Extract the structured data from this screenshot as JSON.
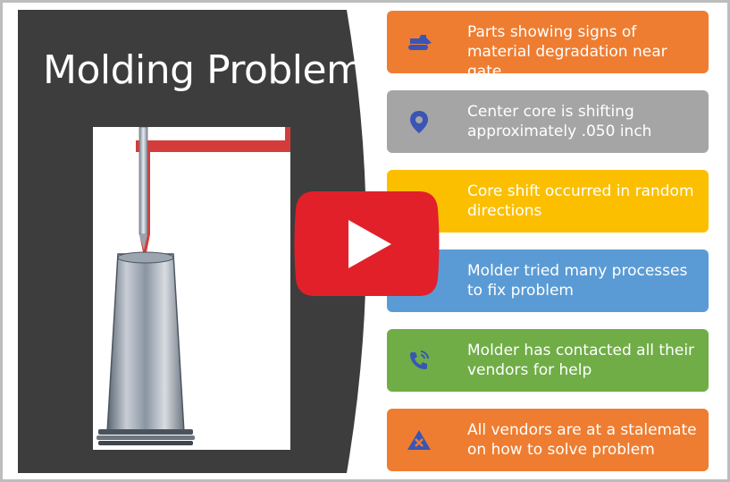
{
  "slide": {
    "title": "Molding Problem"
  },
  "cards": [
    {
      "text": "Parts showing signs of material degradation near gate",
      "color": "#ee7d31",
      "icon": "bulldozer-icon"
    },
    {
      "text": "Center core is shifting approximately .050 inch",
      "color": "#a5a5a5",
      "icon": "location-pin-icon"
    },
    {
      "text": "Core shift occurred in random directions",
      "color": "#fbbf00",
      "icon": "list-icon"
    },
    {
      "text": "Molder tried many processes to fix problem",
      "color": "#5b9bd5",
      "icon": "gear-icon"
    },
    {
      "text": "Molder has contacted all their vendors for help",
      "color": "#70ad47",
      "icon": "phone-call-icon"
    },
    {
      "text": "All vendors are at a stalemate on how to solve problem",
      "color": "#ee7d31",
      "icon": "warning-x-icon"
    }
  ],
  "colors": {
    "panel": "#3d3d3d",
    "play_red": "#e1202a",
    "runner_red": "#d43c3c"
  }
}
